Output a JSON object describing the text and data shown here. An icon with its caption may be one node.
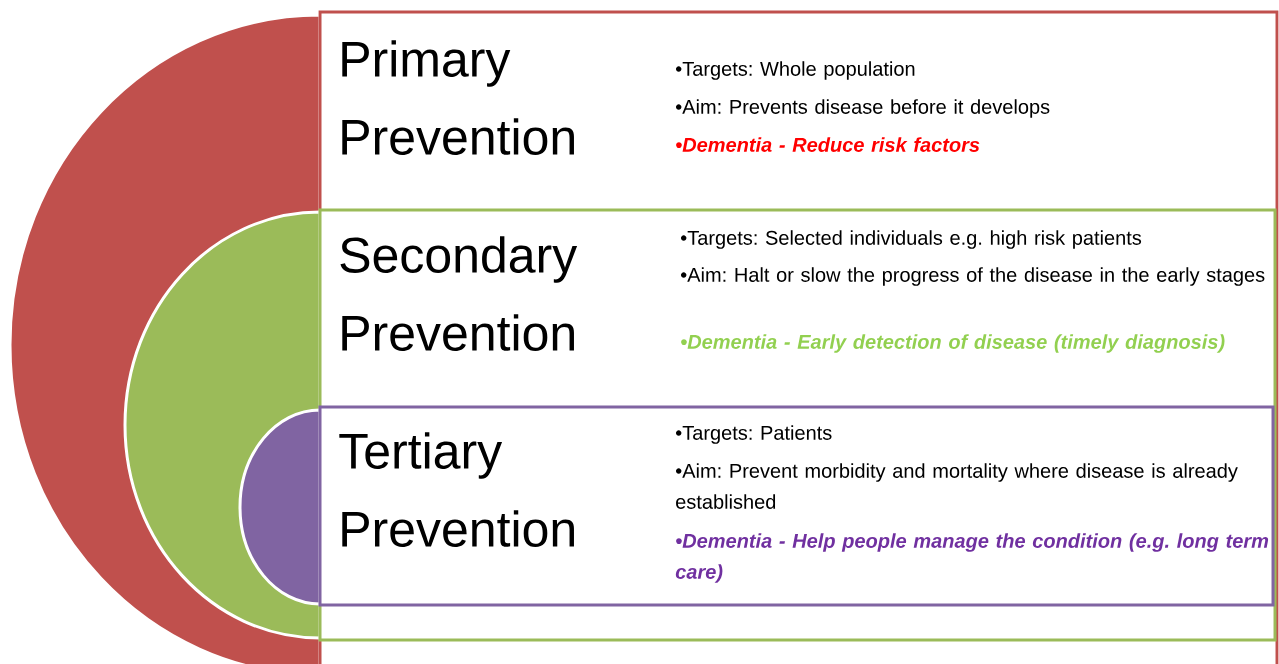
{
  "diagram": {
    "nodes": [
      {
        "text": [
          "Primary Prevention",
          "•Targets: Whole population",
          "•Aim: Prevents disease before it develops",
          "•Dementia - Reduce risk factors"
        ]
      },
      {
        "text": [
          "Secondary Prevention",
          "•Targets: Selected individuals e.g. high risk patients",
          "•Aim: Halt or slow the progress of the disease in the early stages",
          "•Dementia - Early detection of disease (timely diagnosis)"
        ],
        "in": 0
      },
      {
        "text": [
          "Tertiary Prevention",
          "•Targets: Patients",
          "•Aim: Prevent morbidity and mortality where disease is already established",
          "•Dementia - Help people manage the condition (e.g. long term care)"
        ],
        "in": 1
      }
    ]
  }
}
